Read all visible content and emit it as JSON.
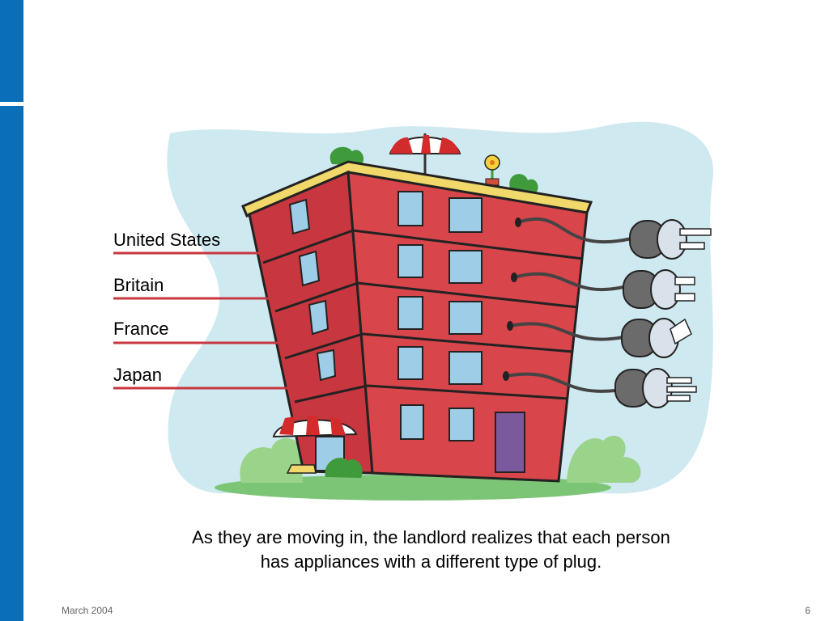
{
  "slide": {
    "labels": [
      "United States",
      "Britain",
      "France",
      "Japan"
    ],
    "caption_line1": "As they are moving in, the landlord realizes that each person",
    "caption_line2": "has appliances with a different type of plug.",
    "footer_date": "March 2004",
    "page_number": "6"
  },
  "icons": [
    "apartment-building-illustration",
    "plug-icon",
    "umbrella-icon",
    "flower-icon"
  ],
  "colors": {
    "sidebar": "#0a6fb8",
    "building": "#c8373f",
    "sky": "#cfe9f1",
    "label_line": "#c8373f"
  }
}
